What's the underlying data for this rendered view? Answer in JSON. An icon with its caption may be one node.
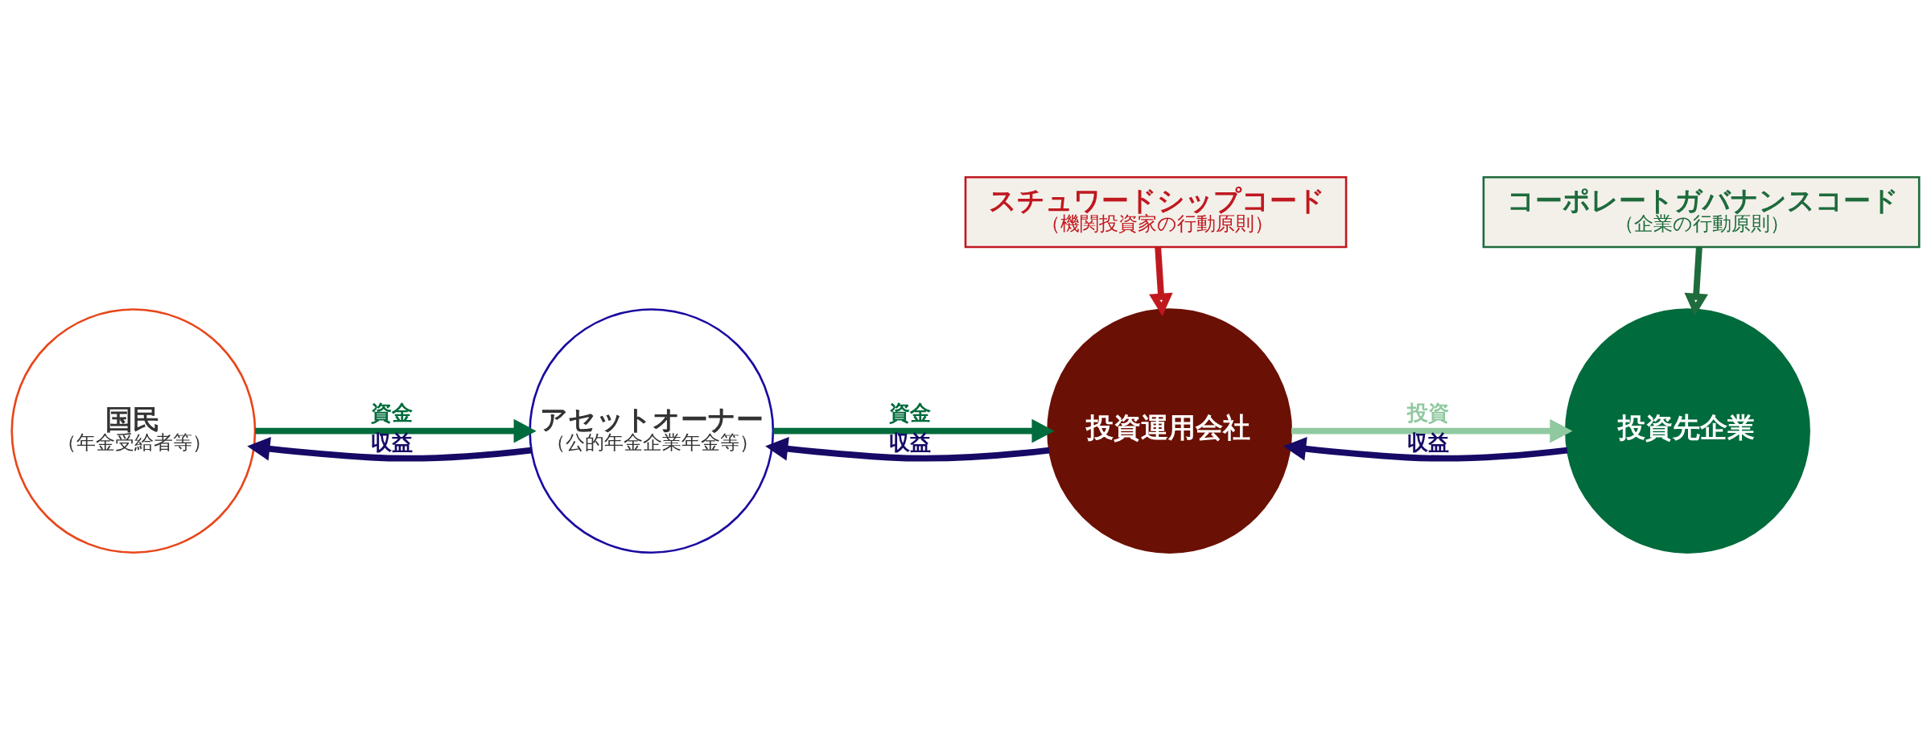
{
  "diagram": {
    "nodes": [
      {
        "text": [
          "国民",
          "（年金受給者等）"
        ]
      },
      {
        "text": [
          "アセットオーナー",
          "（公的年金企業年金等）"
        ]
      },
      {
        "text": [
          "投資運用会社"
        ]
      },
      {
        "text": [
          "投資先企業"
        ]
      },
      {
        "text": [
          "スチュワードシップコード",
          "（機関投資家の行動原則）"
        ]
      },
      {
        "text": [
          "コーポレートガバナンスコード",
          "（企業の行動原則）"
        ]
      }
    ],
    "edges": [
      {
        "from": 0,
        "to": 1,
        "arrow": "to",
        "label": "資金",
        "color": "#006b3c"
      },
      {
        "from": 1,
        "to": 2,
        "arrow": "to",
        "label": "資金",
        "color": "#006b3c"
      },
      {
        "from": 2,
        "to": 3,
        "arrow": "to",
        "label": "投資",
        "color": "#90c9a0"
      },
      {
        "from": 3,
        "to": 2,
        "arrow": "to",
        "label": "収益",
        "color": "#160a66"
      },
      {
        "from": 2,
        "to": 1,
        "arrow": "to",
        "label": "収益",
        "color": "#160a66"
      },
      {
        "from": 1,
        "to": 0,
        "arrow": "to",
        "label": "収益",
        "color": "#160a66"
      },
      {
        "from": 4,
        "to": 2,
        "arrow": "to",
        "color": "#c0181f"
      },
      {
        "from": 5,
        "to": 3,
        "arrow": "to",
        "color": "#1e6b3c"
      }
    ]
  }
}
